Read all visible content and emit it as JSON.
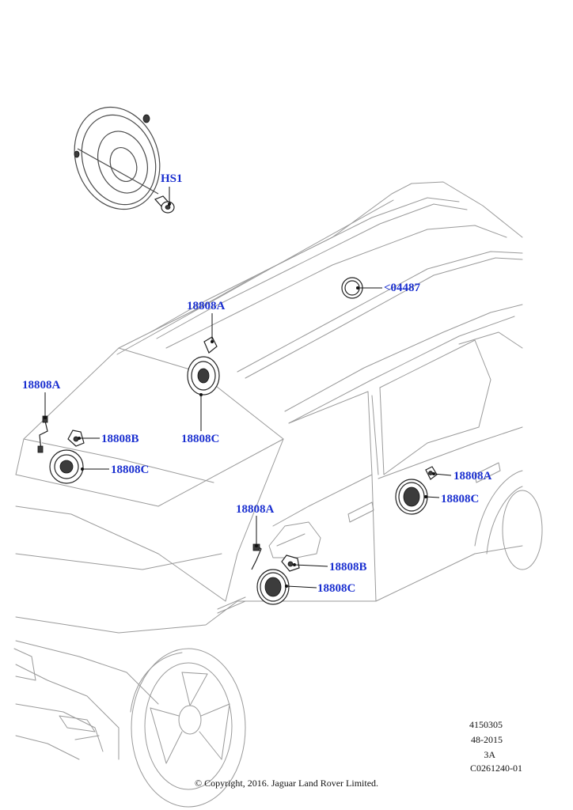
{
  "callouts": {
    "hs1": "HS1",
    "ref_04487": "<04487",
    "a_roof": "18808A",
    "c_roof": "18808C",
    "a_left": "18808A",
    "b_left": "18808B",
    "c_left": "18808C",
    "a_front_door": "18808A",
    "b_front_door": "18808B",
    "c_front_door": "18808C",
    "a_rear_door": "18808A",
    "c_rear_door": "18808C"
  },
  "meta": {
    "illustration_number": "4150305",
    "date_code": "48-2015",
    "revision": "3A",
    "drawing_id": "C0261240-01"
  },
  "copyright": "© Copyright, 2016. Jaguar Land Rover Limited.",
  "colors": {
    "callout_text": "#1a2fd0",
    "vehicle_outline": "#9a9a9a",
    "part_outline": "#222222"
  }
}
